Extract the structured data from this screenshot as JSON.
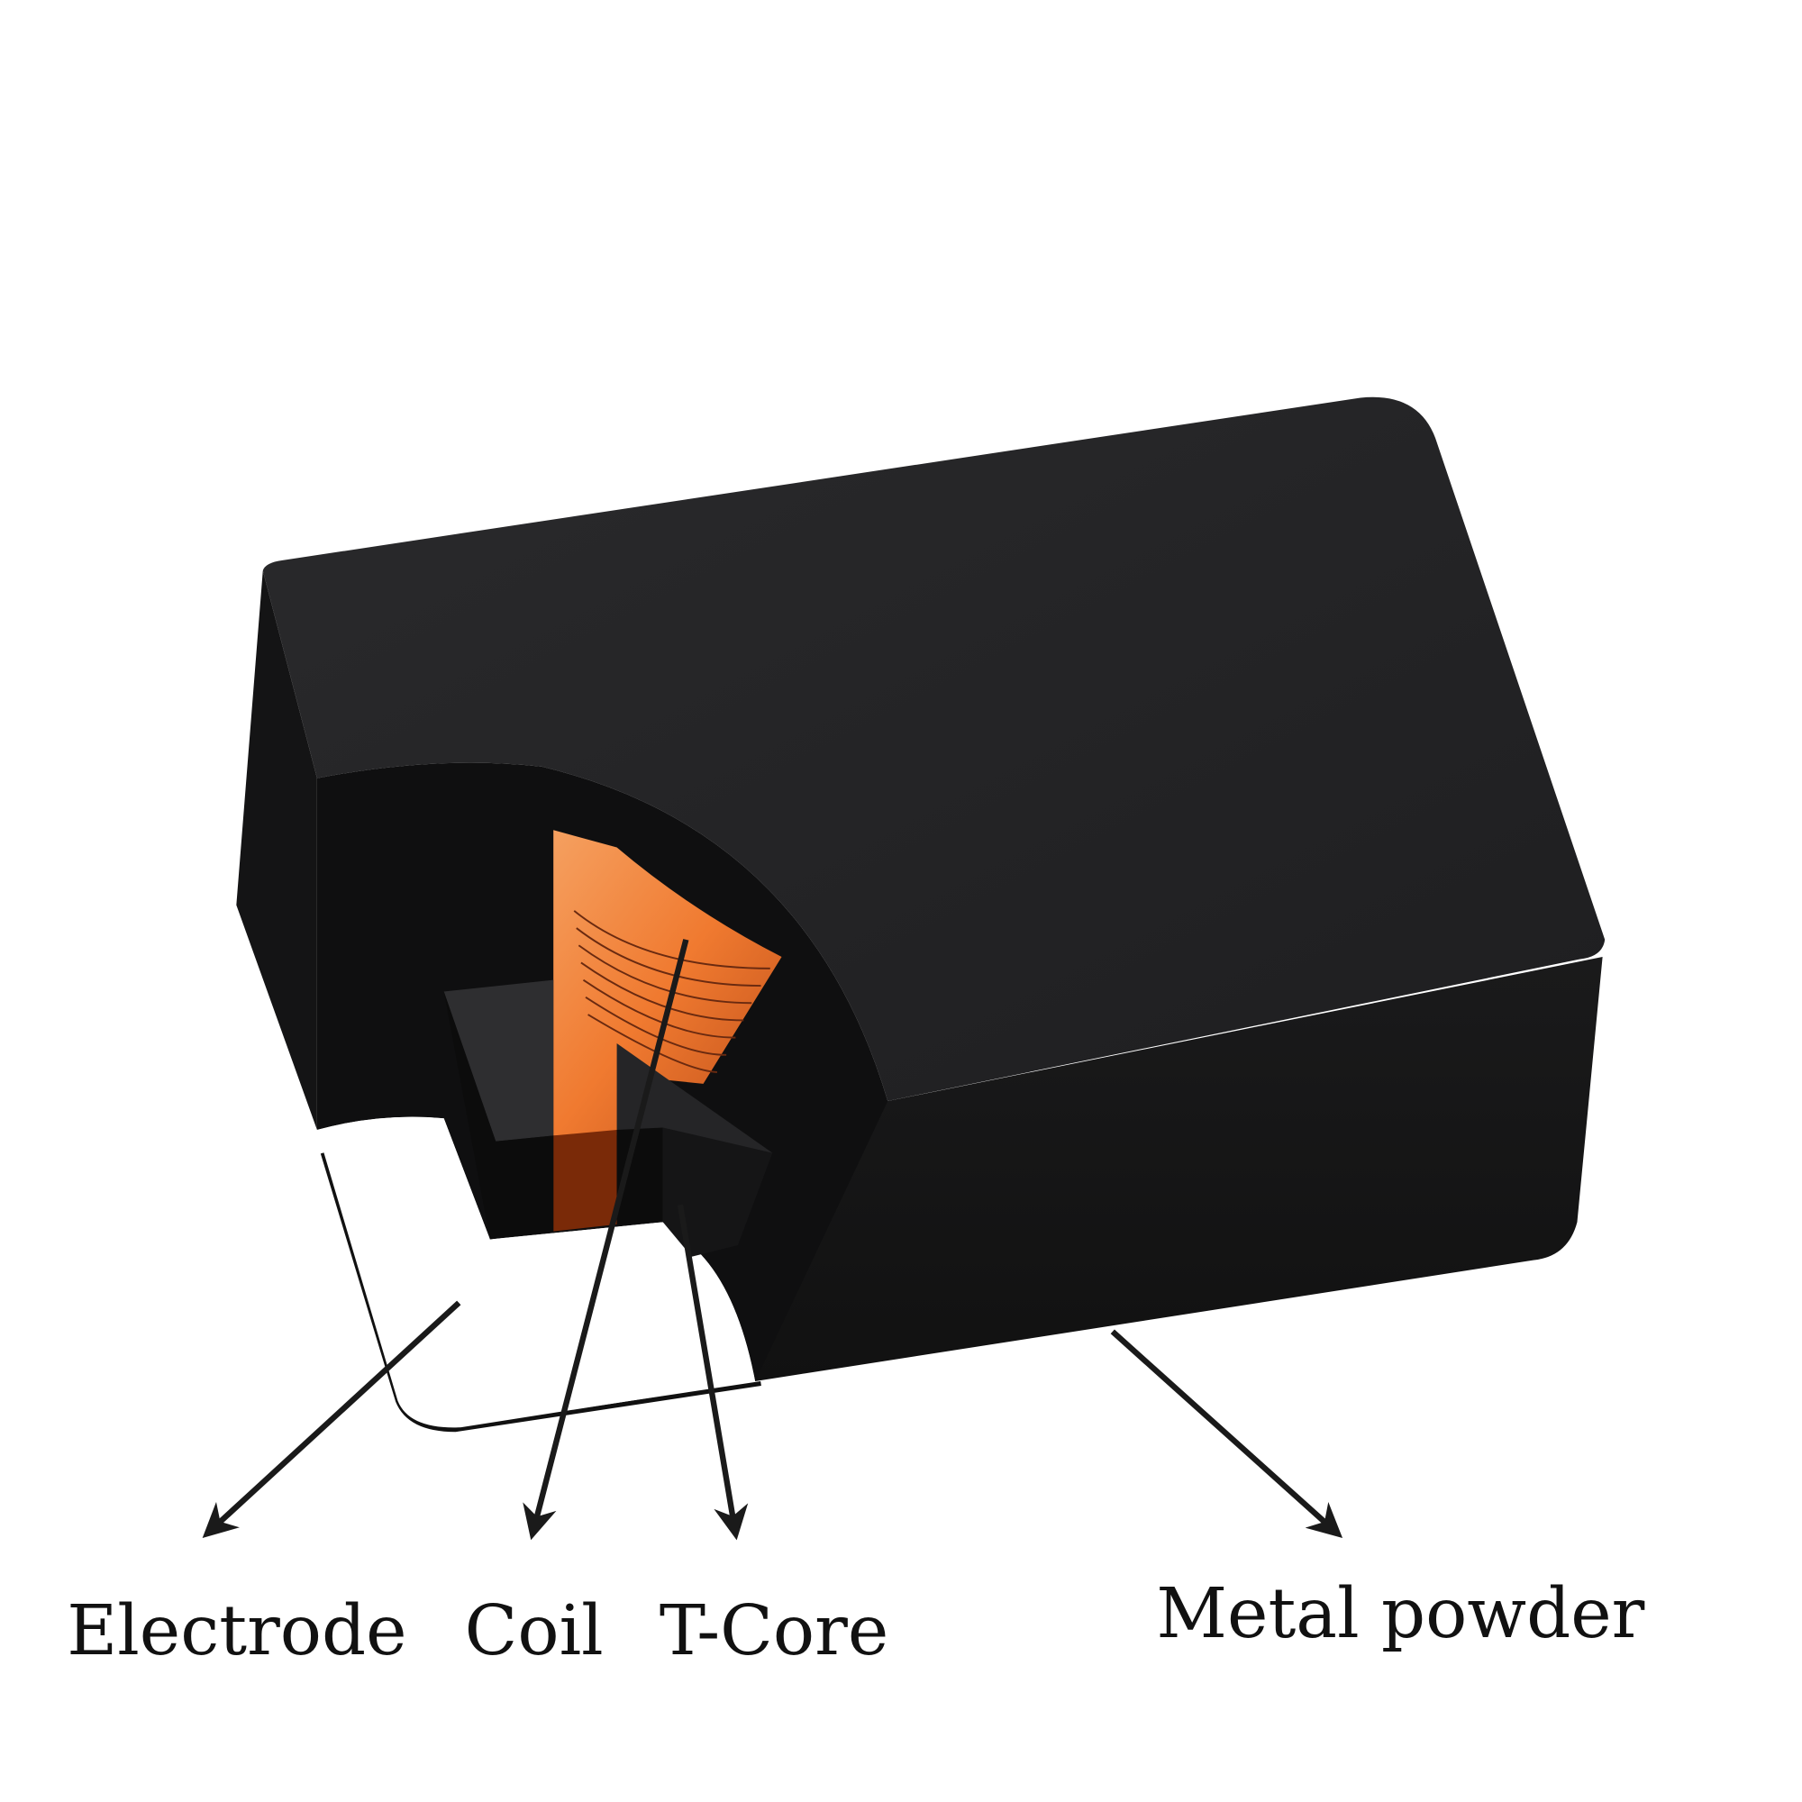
{
  "labels": {
    "electrode": "Electrode",
    "coil": "Coil",
    "t_core": "T-Core",
    "metal_powder": "Metal powder"
  },
  "colors": {
    "body": "#1c1c1e",
    "coil": "#f07a30",
    "arrow": "#1a1a1a"
  }
}
